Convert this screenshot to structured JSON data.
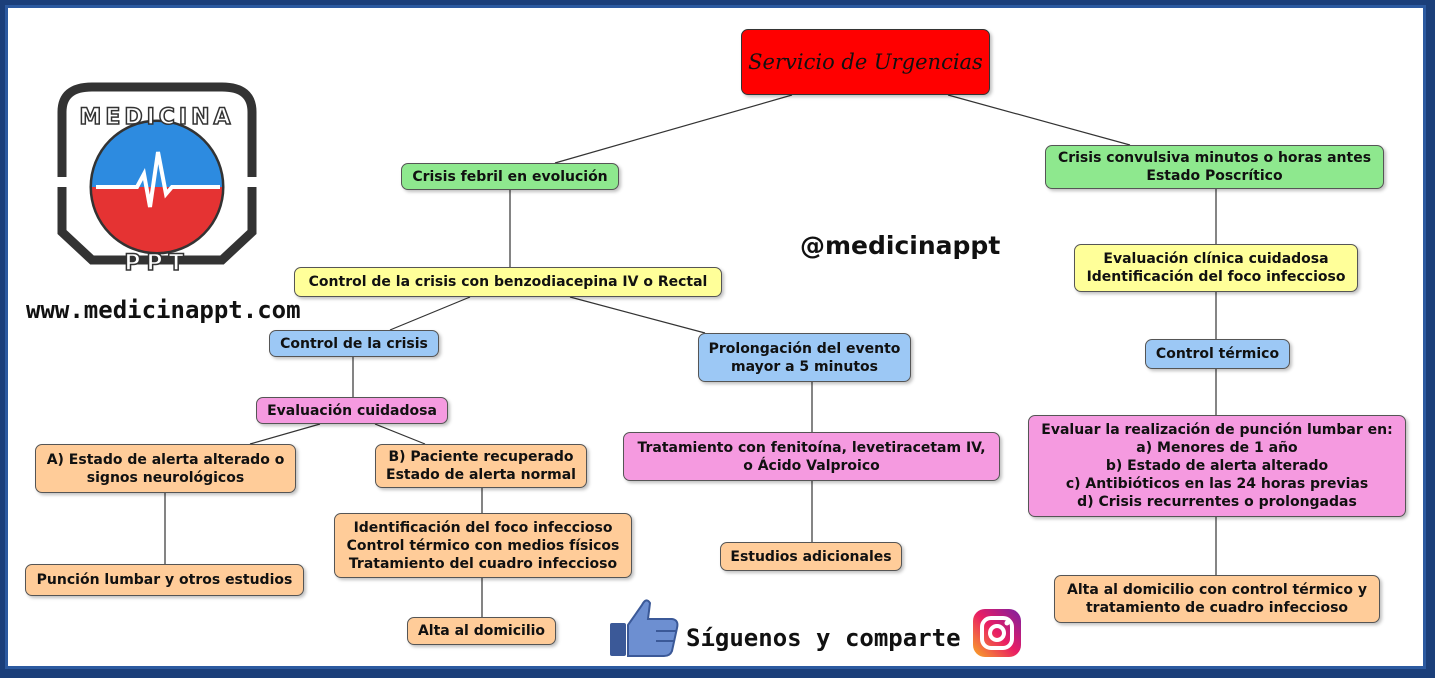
{
  "logo": {
    "word_top": "MEDICINA",
    "word_bottom": "PPT"
  },
  "website": "www.medicinappt.com",
  "handle": "@medicinappt",
  "footer": {
    "follow_text": "Síguenos y comparte"
  },
  "colors": {
    "root": "#ff0000",
    "green": "#8ee88e",
    "yellow": "#ffff99",
    "blue": "#9cc8f5",
    "pink": "#f59ae0",
    "orange": "#ffcc99"
  },
  "nodes": {
    "root": "Servicio de Urgencias",
    "febril": "Crisis febril en evolución",
    "convulsiva": "Crisis convulsiva minutos o horas antes\nEstado Poscrítico",
    "benzo": "Control de la crisis con benzodiacepina IV o Rectal",
    "control_crisis": "Control de la crisis",
    "prolongacion": "Prolongación del evento\nmayor a 5 minutos",
    "evaluacion": "Evaluación cuidadosa",
    "estado_a": "A) Estado de alerta alterado o\nsignos neurológicos",
    "paciente_b": "B) Paciente recuperado\nEstado de alerta normal",
    "puncion": "Punción lumbar y otros estudios",
    "identificacion": "Identificación del foco infeccioso\nControl térmico con medios físicos\nTratamiento del cuadro infeccioso",
    "alta": "Alta al domicilio",
    "tratamiento": "Tratamiento con fenitoína, levetiracetam IV,\no Ácido Valproico",
    "estudios": "Estudios adicionales",
    "eval_clinica": "Evaluación clínica cuidadosa\nIdentificación del foco infeccioso",
    "control_termico": "Control térmico",
    "evaluar_puncion": "Evaluar la realización de punción lumbar en:\na) Menores de 1 año\nb) Estado de alerta alterado\nc) Antibióticos en las 24 horas previas\nd) Crisis recurrentes o prolongadas",
    "alta_control": "Alta al domicilio con control térmico y\ntratamiento de cuadro infeccioso"
  }
}
